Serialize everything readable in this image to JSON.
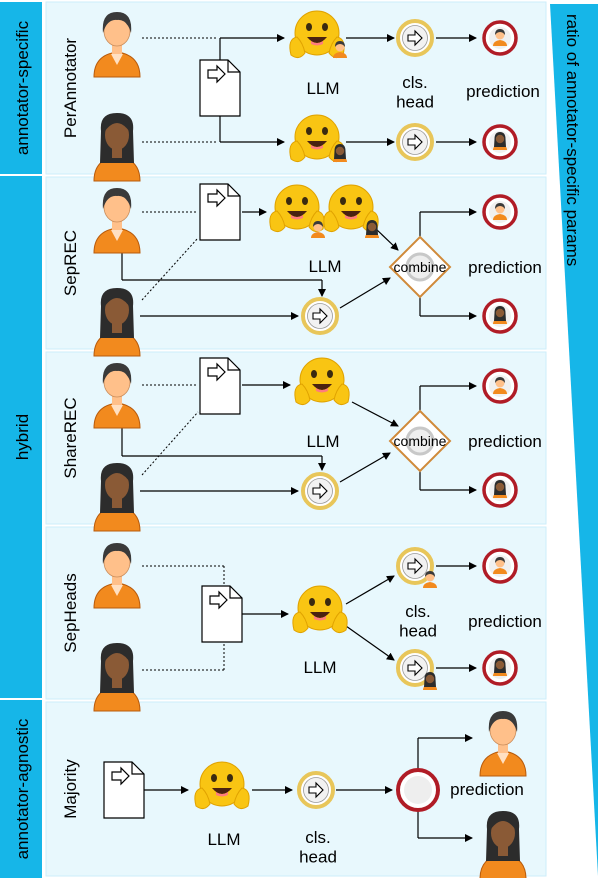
{
  "categories": {
    "specific": "annotator-specific",
    "hybrid": "hybrid",
    "agnostic": "annotator-agnostic"
  },
  "ratio_label": "ratio of annotator-specific params",
  "labels": {
    "llm": "LLM",
    "cls_head": "cls.\nhead",
    "prediction": "prediction",
    "combine": "combine"
  },
  "methods": {
    "perannotator": "PerAnnotator",
    "seprec": "SepREC",
    "sharerec": "ShareREC",
    "sepheads": "SepHeads",
    "majority": "Majority"
  },
  "colors": {
    "side_blue": "#16b6e8",
    "panel_bg": "#e8f8fd",
    "llm_yellow": "#f9c513",
    "head_ring": "#e8c65a",
    "pred_ring": "#b01c26",
    "skin": "#ffc08a",
    "dark_skin": "#8a5a36",
    "hair": "#3a3a3a",
    "shirt": "#f28a1e"
  }
}
